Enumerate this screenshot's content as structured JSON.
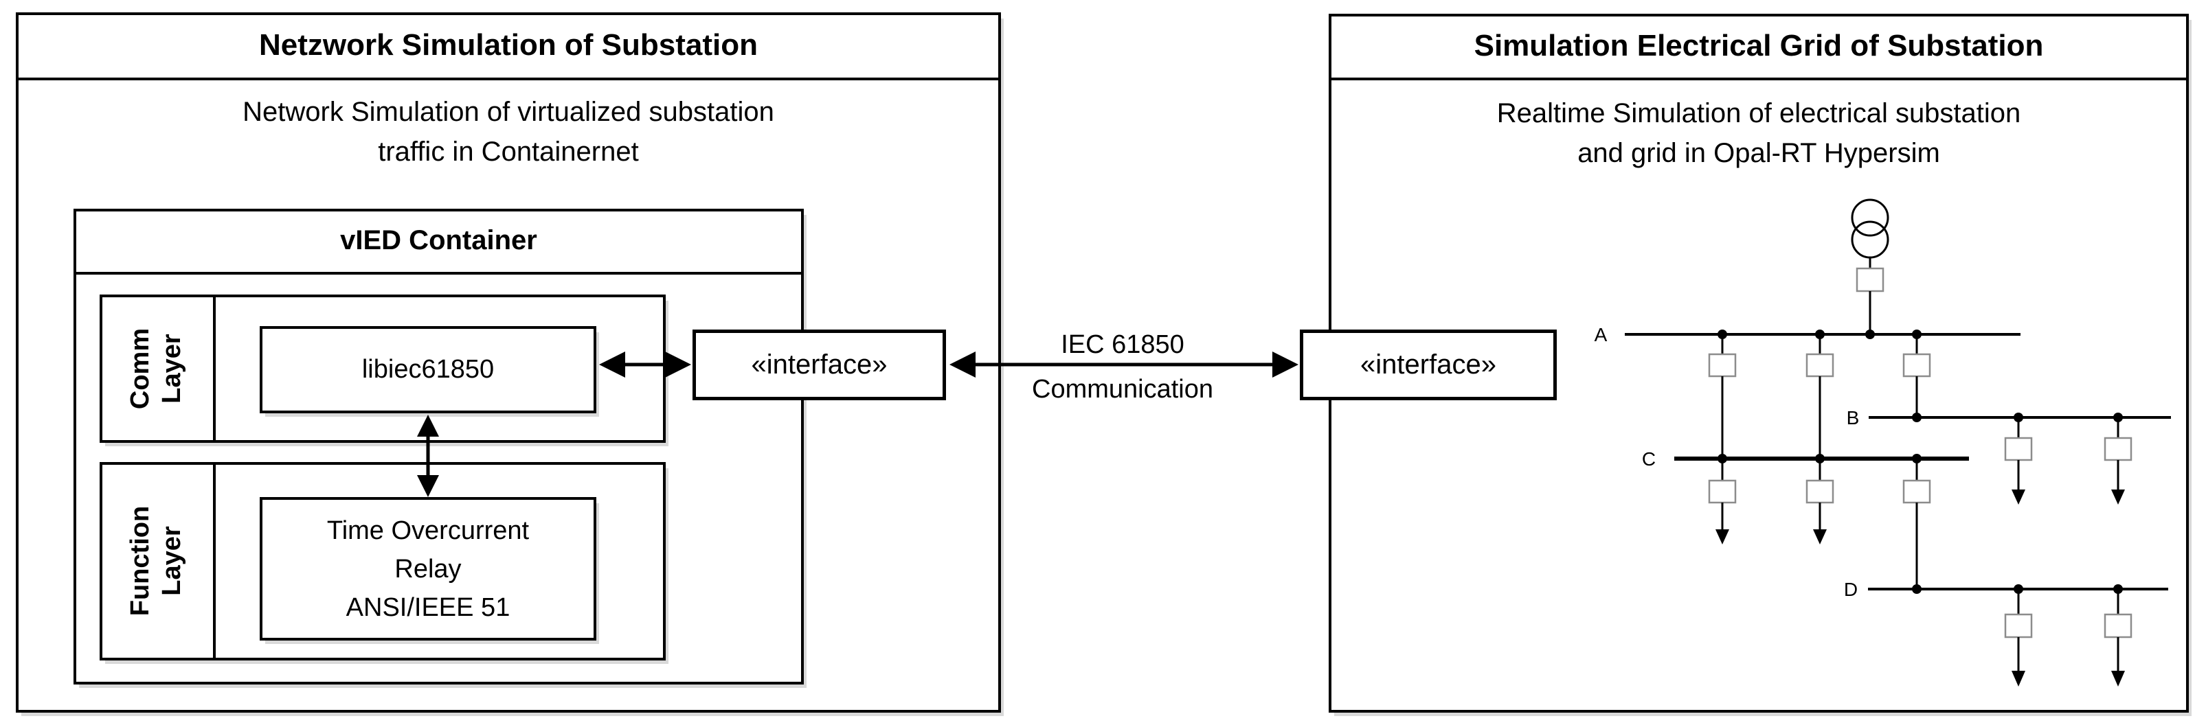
{
  "left_panel": {
    "title": "Netzwork Simulation of Substation",
    "subtitle": "Network Simulation of virtualized substation\ntraffic in Containernet",
    "vied_title": "vIED Container",
    "comm_layer_label": "Comm\nLayer",
    "libiec_label": "libiec61850",
    "function_layer_label": "Function\nLayer",
    "relay_label": "Time Overcurrent\nRelay\nANSI/IEEE 51",
    "interface_label": "«interface»"
  },
  "link": {
    "line1": "IEC 61850",
    "line2": "Communication"
  },
  "right_panel": {
    "title": "Simulation Electrical Grid of Substation",
    "subtitle": "Realtime Simulation of electrical substation\nand grid in Opal-RT Hypersim",
    "interface_label": "«interface»",
    "buses": {
      "a": "A",
      "b": "B",
      "c": "C",
      "d": "D"
    }
  },
  "colors": {
    "line": "#000000",
    "breaker_border": "#8c8c8c",
    "background": "#ffffff",
    "shadow": "#d9d9d9"
  }
}
